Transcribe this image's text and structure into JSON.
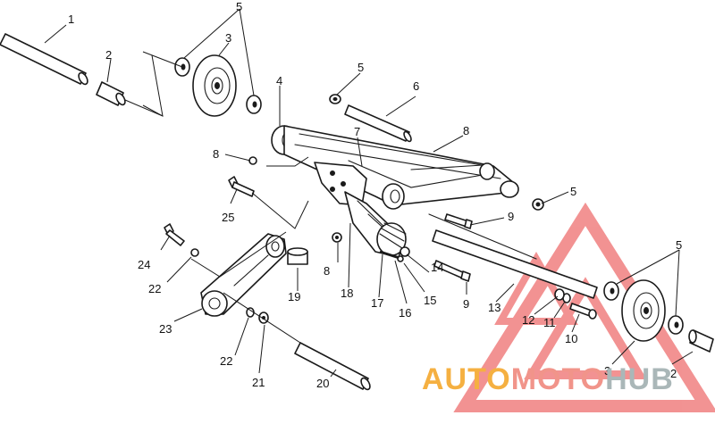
{
  "callouts": [
    {
      "id": "c1",
      "text": "1"
    },
    {
      "id": "c2a",
      "text": "2"
    },
    {
      "id": "c2b",
      "text": "2"
    },
    {
      "id": "c3a",
      "text": "3"
    },
    {
      "id": "c3b",
      "text": "3"
    },
    {
      "id": "c4",
      "text": "4"
    },
    {
      "id": "c5a",
      "text": "5"
    },
    {
      "id": "c5b",
      "text": "5"
    },
    {
      "id": "c5c",
      "text": "5"
    },
    {
      "id": "c5d",
      "text": "5"
    },
    {
      "id": "c6",
      "text": "6"
    },
    {
      "id": "c7",
      "text": "7"
    },
    {
      "id": "c8a",
      "text": "8"
    },
    {
      "id": "c8b",
      "text": "8"
    },
    {
      "id": "c8c",
      "text": "8"
    },
    {
      "id": "c9a",
      "text": "9"
    },
    {
      "id": "c9b",
      "text": "9"
    },
    {
      "id": "c10",
      "text": "10"
    },
    {
      "id": "c11",
      "text": "11"
    },
    {
      "id": "c12",
      "text": "12"
    },
    {
      "id": "c13",
      "text": "13"
    },
    {
      "id": "c14",
      "text": "14"
    },
    {
      "id": "c15",
      "text": "15"
    },
    {
      "id": "c16",
      "text": "16"
    },
    {
      "id": "c17",
      "text": "17"
    },
    {
      "id": "c18",
      "text": "18"
    },
    {
      "id": "c19",
      "text": "19"
    },
    {
      "id": "c20",
      "text": "20"
    },
    {
      "id": "c21",
      "text": "21"
    },
    {
      "id": "c22a",
      "text": "22"
    },
    {
      "id": "c22b",
      "text": "22"
    },
    {
      "id": "c23",
      "text": "23"
    },
    {
      "id": "c24",
      "text": "24"
    },
    {
      "id": "c25",
      "text": "25"
    }
  ],
  "watermark": {
    "text_auto": "AUTO",
    "text_moto": "MOTO",
    "text_hub": "HUB",
    "color_auto": "#f5b041",
    "color_moto": "#f1948a",
    "color_hub": "#aab7b8",
    "triangle_color": "#f08080"
  },
  "colors": {
    "line": "#1a1a1a",
    "background": "#ffffff"
  }
}
